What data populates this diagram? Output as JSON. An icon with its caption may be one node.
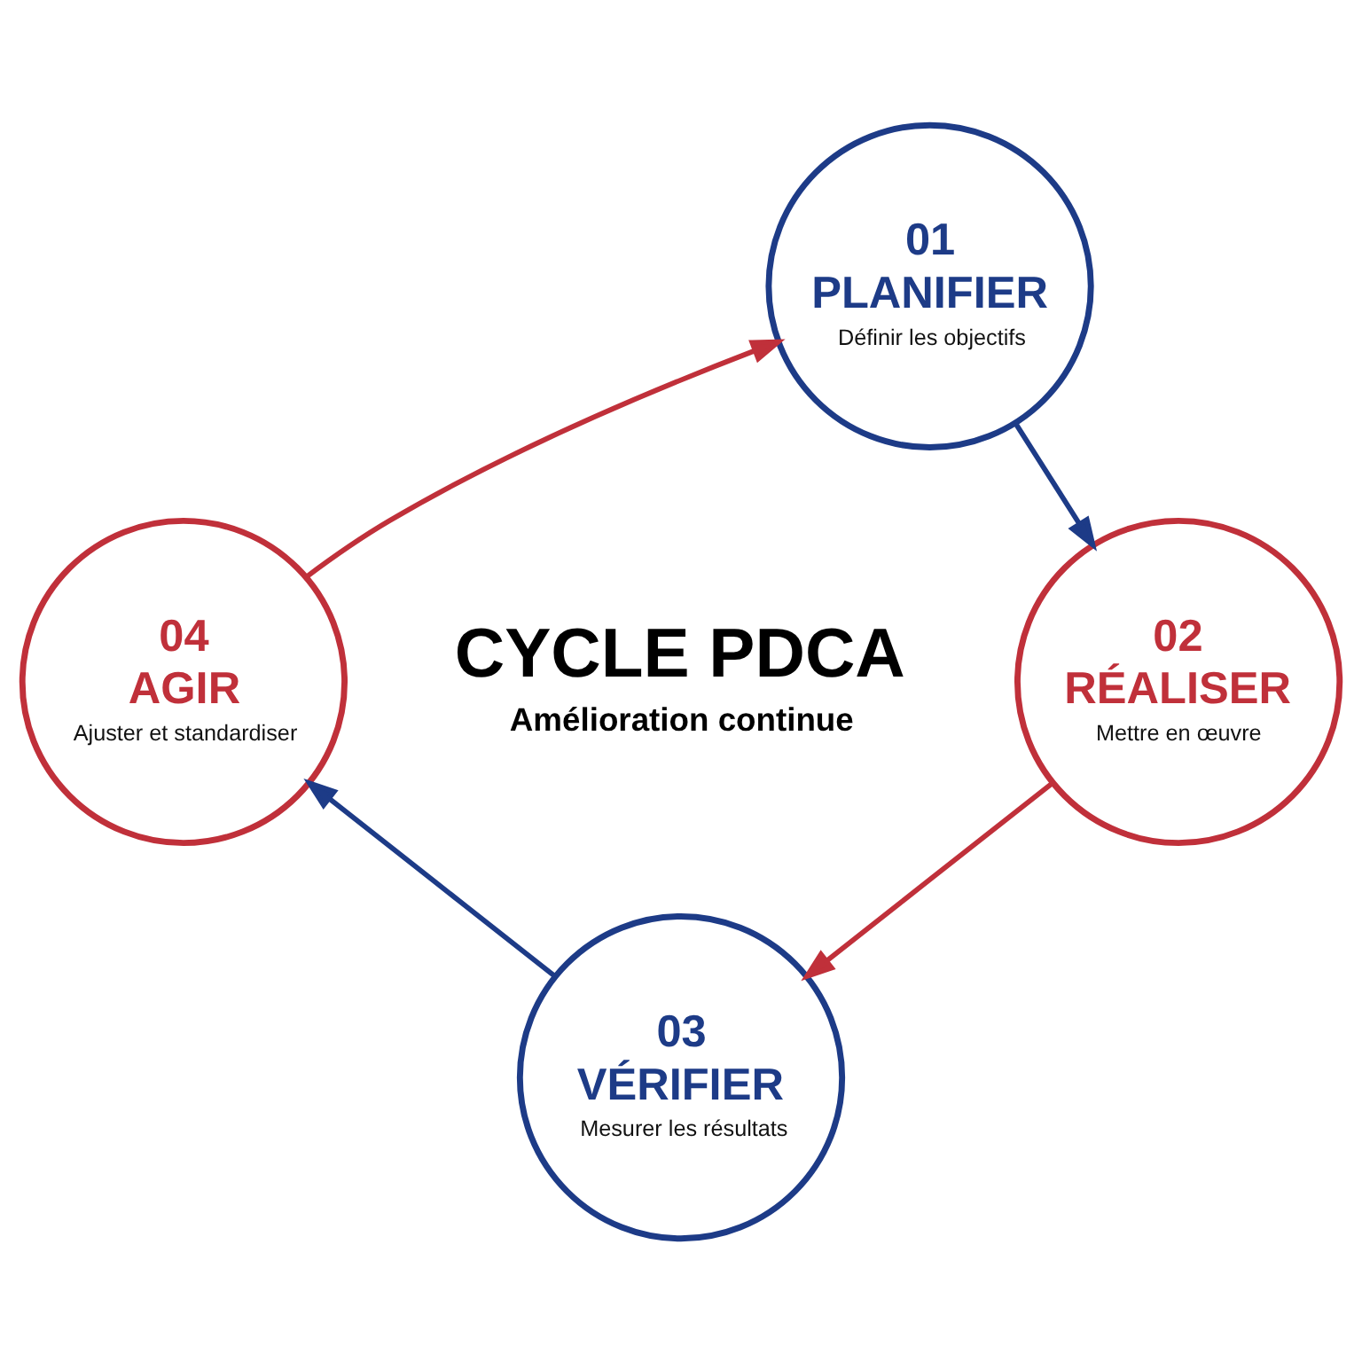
{
  "diagram": {
    "nodes": [
      {
        "text": [
          "01",
          "PLANIFIER",
          "Définir les objectifs"
        ]
      },
      {
        "text": [
          "02",
          "RÉALISER",
          "Mettre en œuvre"
        ]
      },
      {
        "text": [
          "03",
          "VÉRIFIER",
          "Mesurer les résultats"
        ]
      },
      {
        "text": [
          "04",
          "AGIR",
          "Ajuster et standardiser"
        ]
      }
    ],
    "edges": [
      {
        "from": 0,
        "to": 1,
        "arrow": "to",
        "color": "#1d3b87"
      },
      {
        "from": 1,
        "to": 2,
        "arrow": "to",
        "color": "#c0303a"
      },
      {
        "from": 2,
        "to": 3,
        "arrow": "to",
        "color": "#1d3b87"
      },
      {
        "from": 3,
        "to": 0,
        "arrow": "to",
        "color": "#c0303a"
      }
    ],
    "labels": [
      "CYCLE PDCA",
      "Amélioration continue"
    ]
  }
}
